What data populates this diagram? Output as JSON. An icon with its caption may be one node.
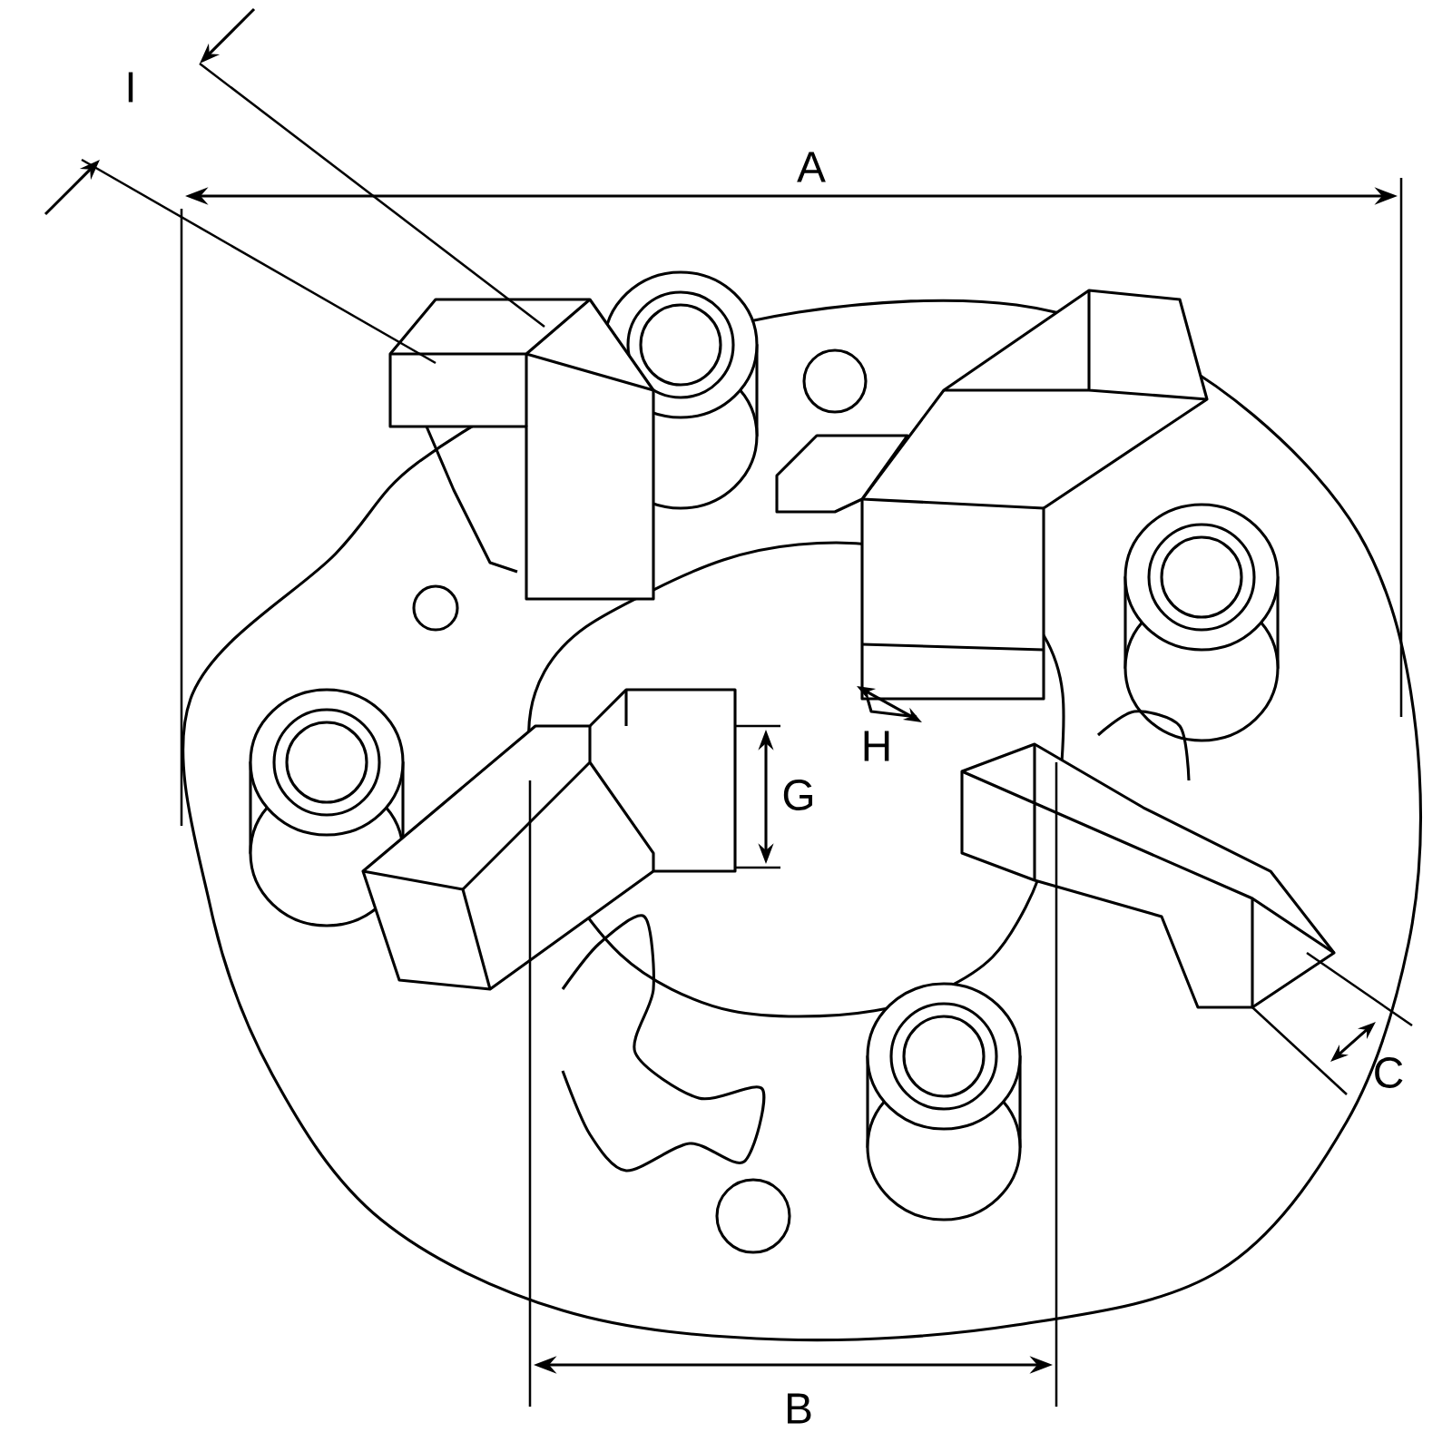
{
  "diagram": {
    "labels": [
      "I",
      "A",
      "G",
      "H",
      "C",
      "B"
    ]
  }
}
